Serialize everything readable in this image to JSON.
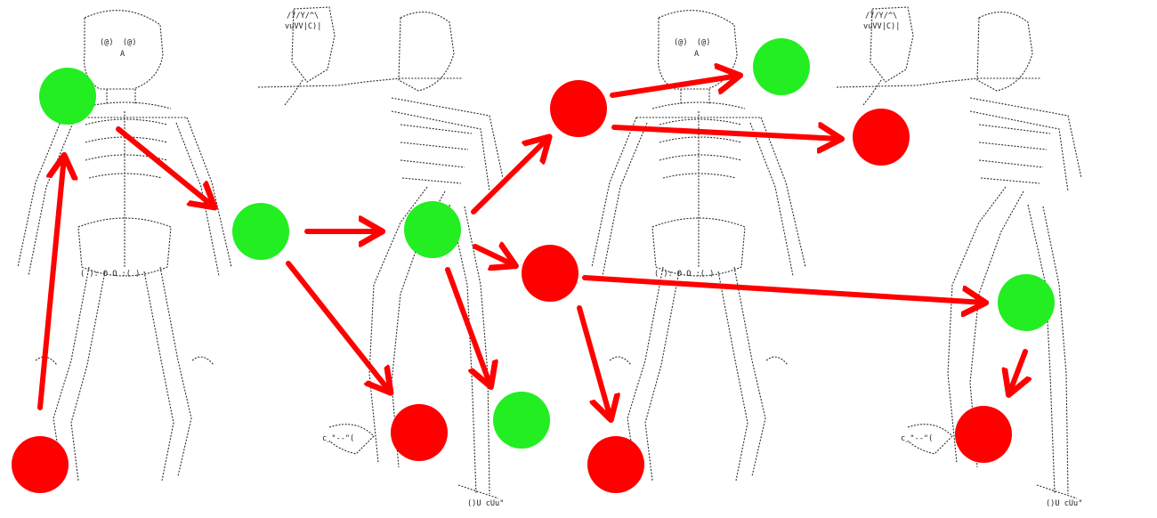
{
  "colors": {
    "background": "#ffffff",
    "green_node": "#22ee22",
    "red_node": "#ff0000",
    "arrow": "#ff0000",
    "ascii": "#222222"
  },
  "skeletons": [
    {
      "kind": "front-skeleton",
      "eyes_text": "(@)  (@)",
      "nose_text": "A",
      "pelvis_text": "( ): O O :( )"
    },
    {
      "kind": "side-skeleton-cat",
      "top_text": "/7/Y/^\\",
      "label_text": "vuVV|C)|",
      "lower_text": "c_\"--\"(",
      "feet_text": "()U cUu\""
    },
    {
      "kind": "front-skeleton",
      "eyes_text": "(@)  (@)",
      "nose_text": "A",
      "pelvis_text": "( ): O O :( )"
    },
    {
      "kind": "side-skeleton-cat",
      "top_text": "/7/Y/^\\",
      "label_text": "vuVV|C)|",
      "lower_text": "c_\"--\"(",
      "feet_text": "()U cUu\""
    }
  ],
  "nodes": [
    {
      "id": "n1",
      "color": "green"
    },
    {
      "id": "n2",
      "color": "red"
    },
    {
      "id": "n3",
      "color": "green"
    },
    {
      "id": "n4",
      "color": "green"
    },
    {
      "id": "n5",
      "color": "red"
    },
    {
      "id": "n6",
      "color": "red"
    },
    {
      "id": "n7",
      "color": "green"
    },
    {
      "id": "n8",
      "color": "red"
    },
    {
      "id": "n9",
      "color": "red"
    },
    {
      "id": "n10",
      "color": "green"
    },
    {
      "id": "n11",
      "color": "red"
    },
    {
      "id": "n12",
      "color": "green"
    },
    {
      "id": "n13",
      "color": "red"
    }
  ]
}
